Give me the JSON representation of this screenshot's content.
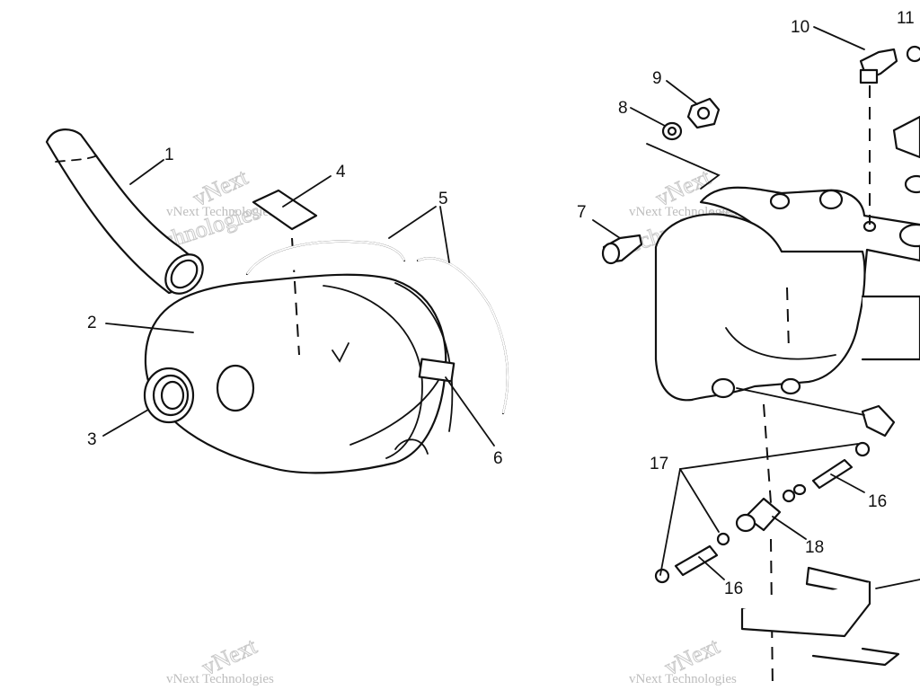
{
  "callouts": {
    "c1": "1",
    "c2": "2",
    "c3": "3",
    "c4": "4",
    "c5": "5",
    "c6": "6",
    "c7": "7",
    "c8": "8",
    "c9": "9",
    "c10": "10",
    "c11": "11",
    "c16a": "16",
    "c16b": "16",
    "c17": "17",
    "c18": "18"
  },
  "watermark": {
    "line1": "vNext Technologies",
    "line2": "vNext",
    "line3": "Technologies"
  }
}
